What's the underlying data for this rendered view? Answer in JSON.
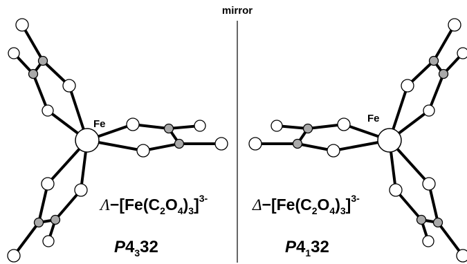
{
  "mirror_label": "mirror",
  "left": {
    "metal_label": "Fe",
    "isomer_symbol": "Λ",
    "dash": "−",
    "formula_main": "[Fe(C",
    "sub_c": "2",
    "formula_o": "O",
    "sub_o": "4",
    "formula_close": ")",
    "sub_count": "3",
    "formula_end": "]",
    "charge": "3-",
    "space_group_letter": "P",
    "space_group_4": "4",
    "space_group_sub": "3",
    "space_group_rest": "32"
  },
  "right": {
    "metal_label": "Fe",
    "isomer_symbol": "Δ",
    "dash": "−",
    "formula_main": "[Fe(C",
    "sub_c": "2",
    "formula_o": "O",
    "sub_o": "4",
    "formula_close": ")",
    "sub_count": "3",
    "formula_end": "]",
    "charge": "3-",
    "space_group_letter": "P",
    "space_group_4": "4",
    "space_group_sub": "1",
    "space_group_rest": "32"
  },
  "colors": {
    "oxygen_fill": "#ffffff",
    "carbon_fill": "#a9a9a9",
    "bond": "#000000"
  }
}
